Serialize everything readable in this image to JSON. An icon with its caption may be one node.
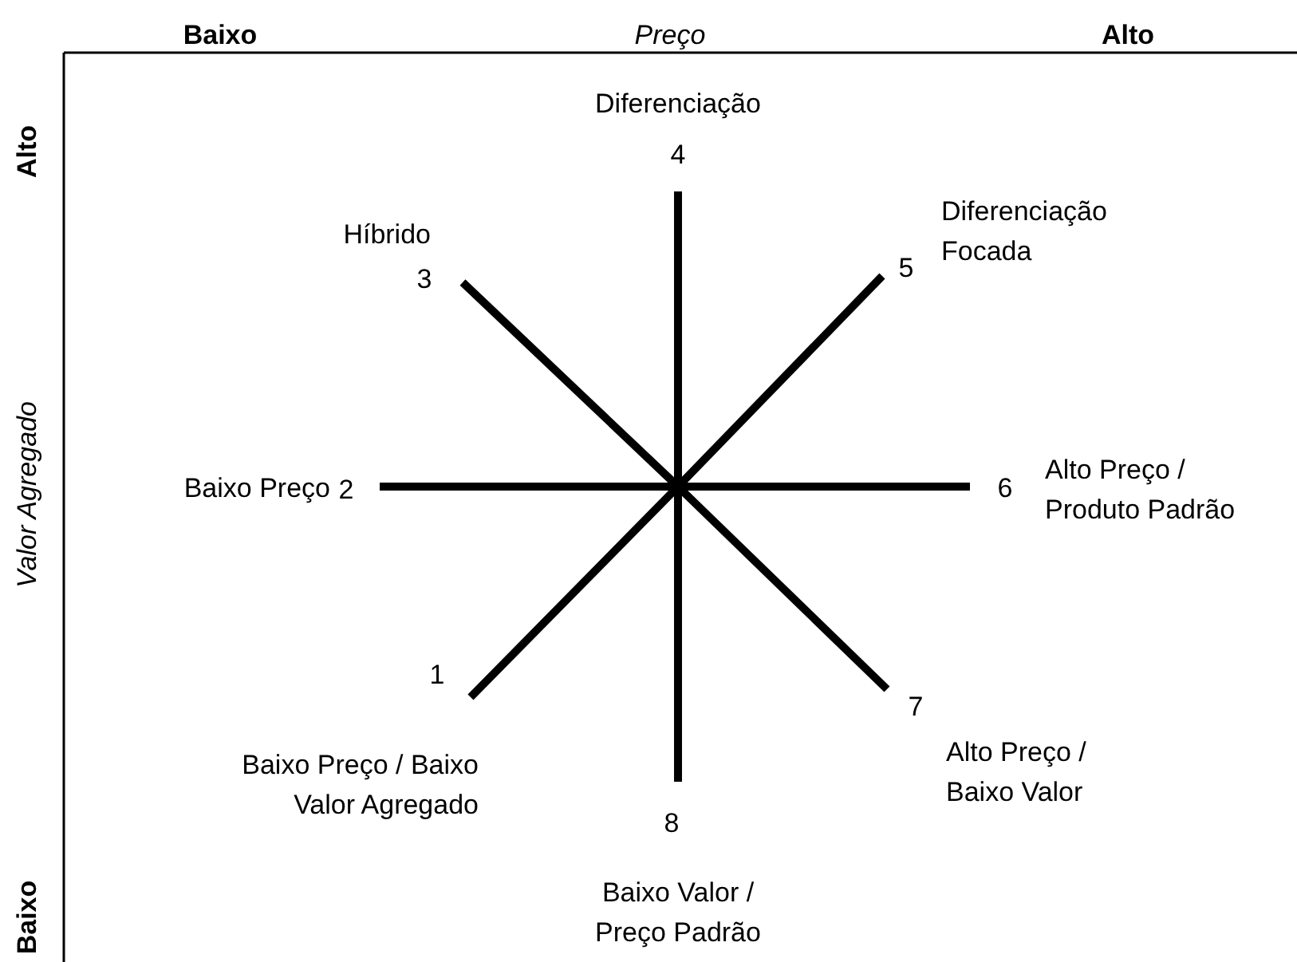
{
  "diagram": {
    "labels": [
      "Baixo",
      "Preço",
      "Alto",
      "Alto",
      "Diferenciação",
      "4",
      "Híbrido",
      "Diferenciação Focada",
      "3",
      "5",
      "Valor Agregado",
      "Baixo Preço",
      "2",
      "6",
      "Alto Preço / Produto Padrão",
      "1",
      "7",
      "Baixo Preço / Baixo Valor Agregado",
      "Alto Preço / Baixo Valor",
      "8",
      "Baixo",
      "Baixo Valor / Preço Padrão"
    ]
  }
}
